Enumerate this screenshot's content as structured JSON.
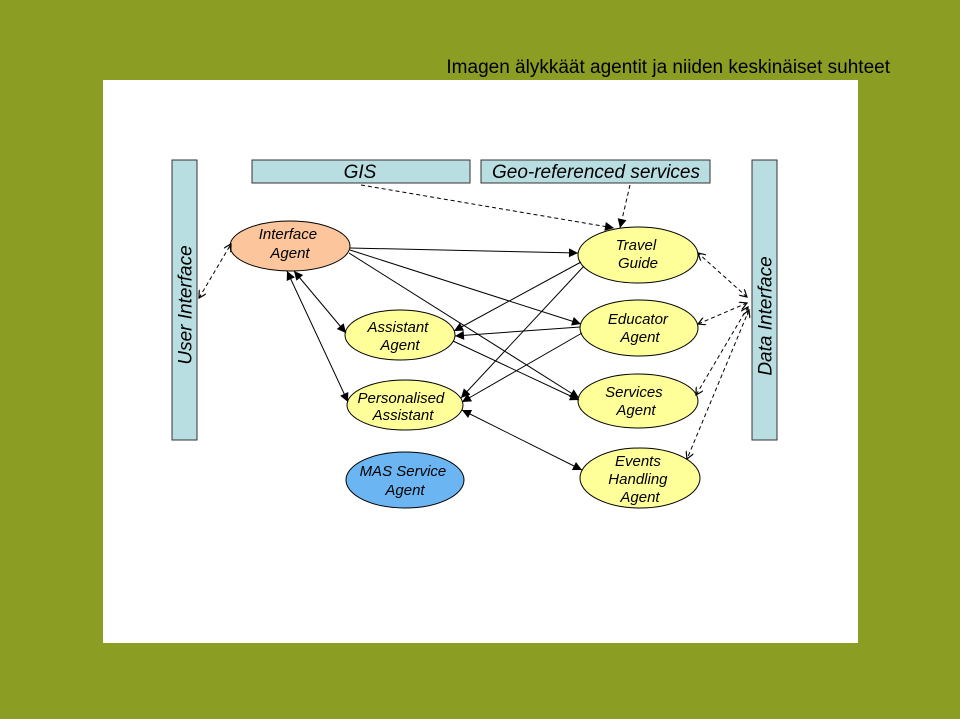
{
  "slide": {
    "title": "Imagen älykkäät agentit ja niiden keskinäiset suhteet"
  },
  "colors": {
    "background": "#8b9d22",
    "panel": "#ffffff",
    "interface_box": "#b9dee2",
    "interface_agent": "#fcc59c",
    "agent": "#ffff99",
    "mas_service_agent": "#6ab5f2"
  },
  "boxes": {
    "gis": "GIS",
    "geo_referenced_services": "Geo-referenced services",
    "user_interface": "User Interface",
    "data_interface": "Data Interface"
  },
  "agents": {
    "interface_agent": [
      "Interface",
      "Agent"
    ],
    "assistant_agent": [
      "Assistant",
      "Agent"
    ],
    "personalised_assistant": [
      "Personalised",
      "Assistant"
    ],
    "mas_service_agent": [
      "MAS Service",
      "Agent"
    ],
    "travel_guide": [
      "Travel",
      "Guide"
    ],
    "educator_agent": [
      "Educator",
      "Agent"
    ],
    "services_agent": [
      "Services",
      "Agent"
    ],
    "events_handling_agent": [
      "Events",
      "Handling",
      "Agent"
    ]
  }
}
